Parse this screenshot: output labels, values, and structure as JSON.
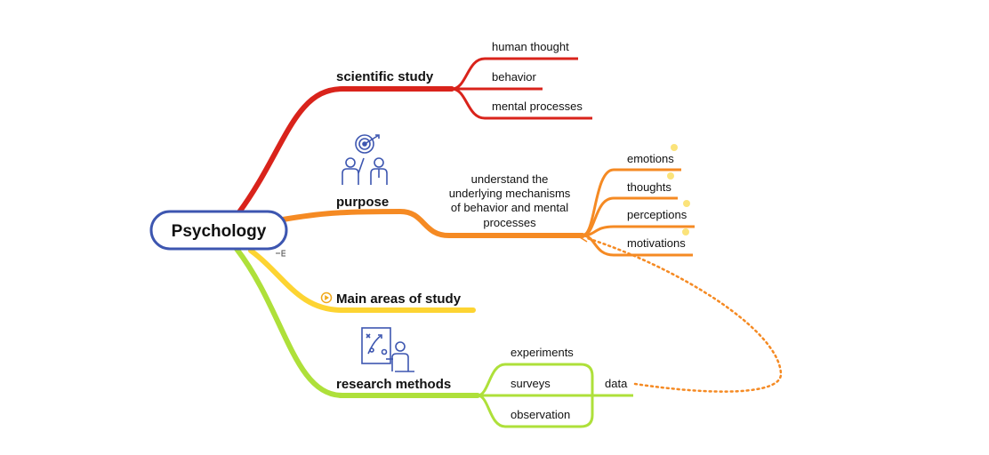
{
  "root": {
    "label": "Psychology"
  },
  "colors": {
    "scientific": "#d9231b",
    "purpose": "#f58a23",
    "areas": "#fdd432",
    "methods": "#aee03a",
    "root_border": "#3d56b0",
    "icon": "#3d56b0",
    "dot": "#fbe37a"
  },
  "branches": {
    "scientific_study": {
      "label": "scientific study",
      "children": [
        "human thought",
        "behavior",
        "mental processes"
      ]
    },
    "purpose": {
      "label": "purpose",
      "icon": "target-team-icon",
      "detail": [
        "understand the",
        "underlying mechanisms",
        "of behavior and mental",
        "processes"
      ],
      "children": [
        "emotions",
        "thoughts",
        "perceptions",
        "motivations"
      ]
    },
    "areas": {
      "label": "Main areas of study",
      "icon": "play-circle-icon"
    },
    "methods": {
      "label": "research methods",
      "icon": "strategy-board-icon",
      "children": [
        "experiments",
        "surveys",
        "observation"
      ],
      "summary": "data"
    }
  }
}
